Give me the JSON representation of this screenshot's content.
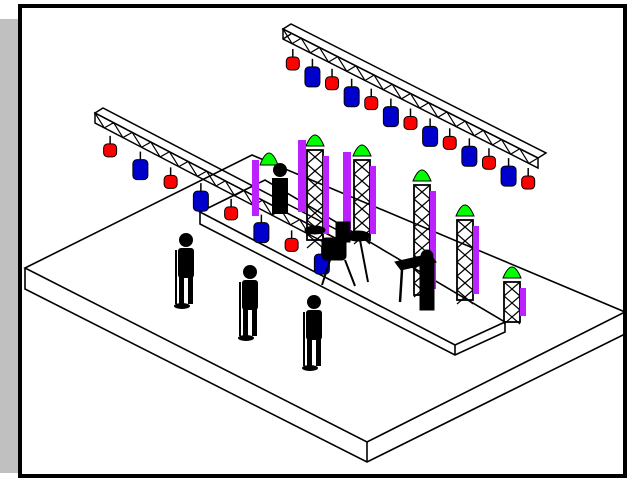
{
  "colors": {
    "drop_shadow": "#c0c0c0",
    "frame_border": "#000000",
    "background": "#ffffff",
    "outline": "#000000",
    "light_red": "#ff0000",
    "light_blue": "#0000cc",
    "light_green": "#00ff00",
    "uplight_purple": "#bb22ff",
    "figure": "#000000"
  },
  "scene": {
    "overhead_truss_count": 2,
    "vertical_tower_count": 5,
    "performer_count": 3,
    "instruments": [
      "drum-kit",
      "keyboard"
    ],
    "rear_truss_light_pattern": [
      "red",
      "blue",
      "red",
      "blue",
      "red",
      "blue",
      "red",
      "blue",
      "red",
      "blue",
      "red",
      "blue",
      "red"
    ],
    "left_truss_light_pattern": [
      "red",
      "blue",
      "red",
      "blue",
      "red",
      "blue",
      "red",
      "blue"
    ],
    "tower_head_colors": [
      "green",
      "green",
      "green",
      "green",
      "green",
      "green"
    ],
    "uplight_color": "purple"
  }
}
